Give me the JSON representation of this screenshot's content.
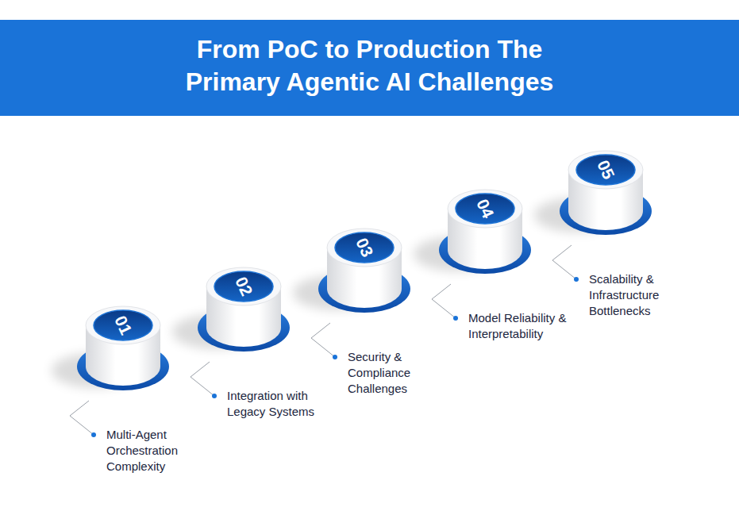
{
  "diagram": {
    "title": "From PoC to Production The Primary Agentic AI Challenges",
    "nodes": [
      {
        "text": [
          "01",
          "Multi-Agent Orchestration Complexity"
        ]
      },
      {
        "text": [
          "02",
          "Integration with Legacy Systems"
        ]
      },
      {
        "text": [
          "03",
          "Security & Compliance Challenges"
        ]
      },
      {
        "text": [
          "04",
          "Model Reliability & Interpretability"
        ]
      },
      {
        "text": [
          "05",
          "Scalability & Infrastructure Bottlenecks"
        ]
      }
    ]
  }
}
